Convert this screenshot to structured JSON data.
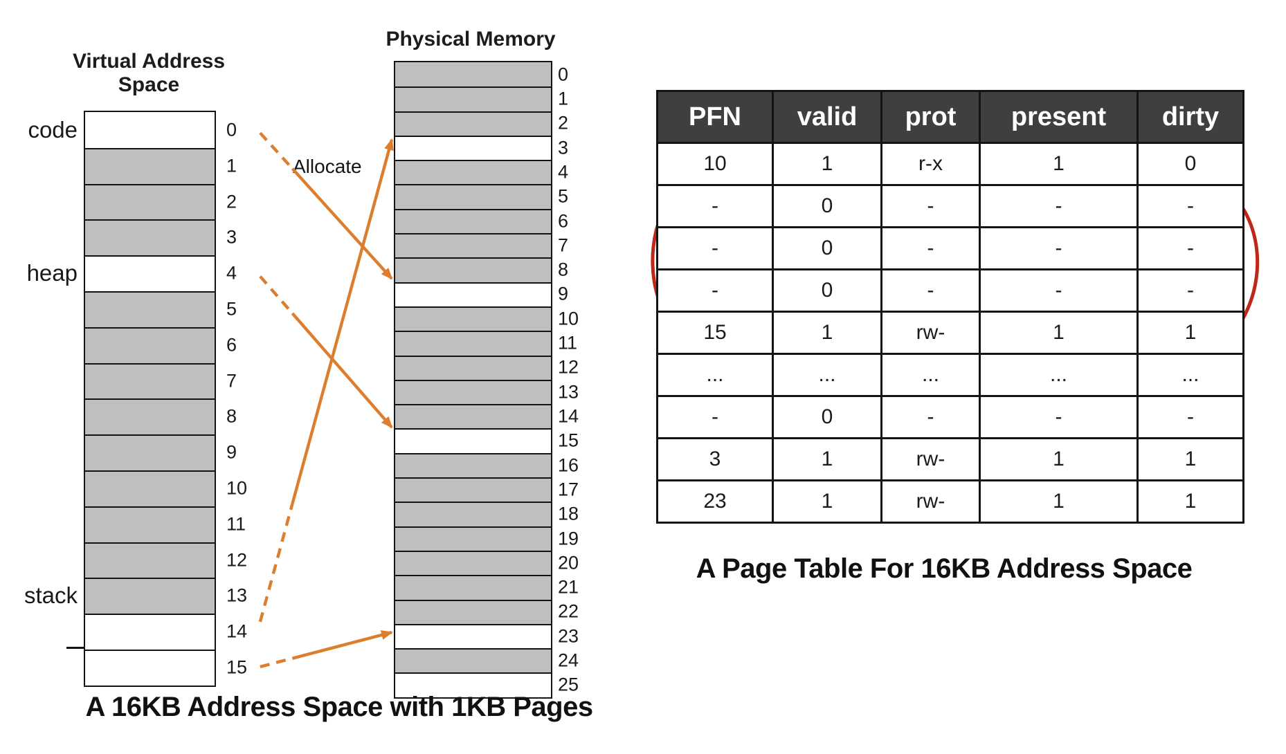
{
  "colors": {
    "page_fill_gray": "#bfbfbf",
    "table_header_bg": "#3f3f3f",
    "arrow_orange": "#dd7d2e",
    "annotation_red": "#bf2718",
    "line_black": "#141414"
  },
  "virtual_address_space": {
    "title_line1": "Virtual Address",
    "title_line2": "Space",
    "caption": "A 16KB Address Space with 1KB Pages",
    "region_labels": [
      {
        "label": "code",
        "row": 0
      },
      {
        "label": "heap",
        "row": 4
      },
      {
        "label": "stack",
        "row": 13
      }
    ],
    "pages": [
      {
        "index": 0,
        "filled": false
      },
      {
        "index": 1,
        "filled": true
      },
      {
        "index": 2,
        "filled": true
      },
      {
        "index": 3,
        "filled": true
      },
      {
        "index": 4,
        "filled": false
      },
      {
        "index": 5,
        "filled": true
      },
      {
        "index": 6,
        "filled": true
      },
      {
        "index": 7,
        "filled": true
      },
      {
        "index": 8,
        "filled": true
      },
      {
        "index": 9,
        "filled": true
      },
      {
        "index": 10,
        "filled": true
      },
      {
        "index": 11,
        "filled": true
      },
      {
        "index": 12,
        "filled": true
      },
      {
        "index": 13,
        "filled": true
      },
      {
        "index": 14,
        "filled": false
      },
      {
        "index": 15,
        "filled": false
      }
    ]
  },
  "physical_memory": {
    "title": "Physical Memory",
    "frames": [
      {
        "index": 0,
        "filled": true
      },
      {
        "index": 1,
        "filled": true
      },
      {
        "index": 2,
        "filled": true
      },
      {
        "index": 3,
        "filled": false
      },
      {
        "index": 4,
        "filled": true
      },
      {
        "index": 5,
        "filled": true
      },
      {
        "index": 6,
        "filled": true
      },
      {
        "index": 7,
        "filled": true
      },
      {
        "index": 8,
        "filled": true
      },
      {
        "index": 9,
        "filled": false
      },
      {
        "index": 10,
        "filled": true
      },
      {
        "index": 11,
        "filled": true
      },
      {
        "index": 12,
        "filled": true
      },
      {
        "index": 13,
        "filled": true
      },
      {
        "index": 14,
        "filled": true
      },
      {
        "index": 15,
        "filled": false
      },
      {
        "index": 16,
        "filled": true
      },
      {
        "index": 17,
        "filled": true
      },
      {
        "index": 18,
        "filled": true
      },
      {
        "index": 19,
        "filled": true
      },
      {
        "index": 20,
        "filled": true
      },
      {
        "index": 21,
        "filled": true
      },
      {
        "index": 22,
        "filled": true
      },
      {
        "index": 23,
        "filled": false
      },
      {
        "index": 24,
        "filled": true
      },
      {
        "index": 25,
        "filled": false
      }
    ]
  },
  "allocate_label": "Allocate",
  "mappings": [
    {
      "from_vpn": 0,
      "to_pfn": 9
    },
    {
      "from_vpn": 4,
      "to_pfn": 15
    },
    {
      "from_vpn": 14,
      "to_pfn": 3
    },
    {
      "from_vpn": 15,
      "to_pfn": 23
    }
  ],
  "page_table": {
    "caption": "A Page Table For 16KB Address Space",
    "columns": [
      "PFN",
      "valid",
      "prot",
      "present",
      "dirty"
    ],
    "rows": [
      [
        "10",
        "1",
        "r-x",
        "1",
        "0"
      ],
      [
        "-",
        "0",
        "-",
        "-",
        "-"
      ],
      [
        "-",
        "0",
        "-",
        "-",
        "-"
      ],
      [
        "-",
        "0",
        "-",
        "-",
        "-"
      ],
      [
        "15",
        "1",
        "rw-",
        "1",
        "1"
      ],
      [
        "...",
        "...",
        "...",
        "...",
        "..."
      ],
      [
        "-",
        "0",
        "-",
        "-",
        "-"
      ],
      [
        "3",
        "1",
        "rw-",
        "1",
        "1"
      ],
      [
        "23",
        "1",
        "rw-",
        "1",
        "1"
      ]
    ],
    "annotation": {
      "highlighted_row_indices": [
        1,
        2,
        3
      ],
      "style": "hand-drawn red parentheses"
    }
  }
}
